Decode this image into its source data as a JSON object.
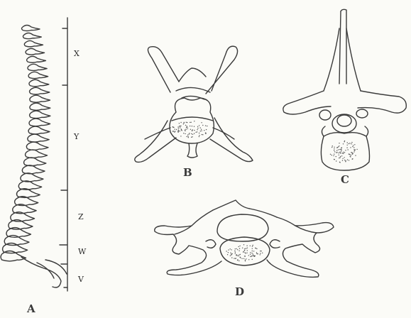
{
  "spine_labels": {
    "x": "X",
    "y": "Y",
    "z": "Z",
    "w": "W",
    "v": "V"
  },
  "figure_labels": {
    "a": "A",
    "b": "B",
    "c": "C",
    "d": "D"
  },
  "colors": {
    "ink": "#3a3a3a",
    "paper": "#fbfbf7"
  }
}
